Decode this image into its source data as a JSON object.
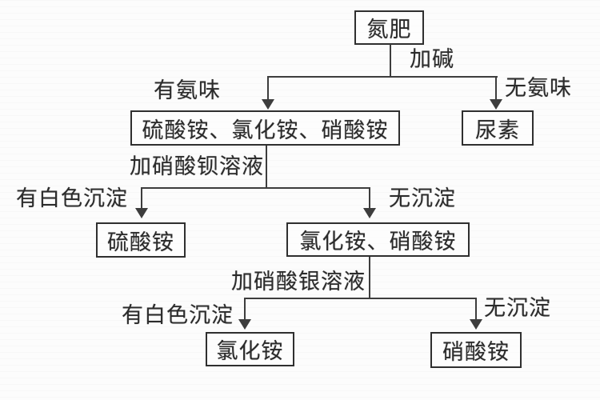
{
  "nodes": {
    "root": "氮肥",
    "ammonium_group": "硫酸铵、氯化铵、硝酸铵",
    "urea": "尿素",
    "ammonium_sulfate": "硫酸铵",
    "chloride_nitrate_group": "氯化铵、硝酸铵",
    "ammonium_chloride": "氯化铵",
    "ammonium_nitrate": "硝酸铵"
  },
  "edge_labels": {
    "add_alkali": "加碱",
    "has_ammonia_smell": "有氨味",
    "no_ammonia_smell": "无氨味",
    "add_barium_nitrate_solution": "加硝酸钡溶液",
    "white_precipitate_1": "有白色沉淀",
    "no_precipitate_1": "无沉淀",
    "add_silver_nitrate_solution": "加硝酸银溶液",
    "white_precipitate_2": "有白色沉淀",
    "no_precipitate_2": "无沉淀"
  },
  "colors": {
    "line": "#3d3d3d",
    "box_border": "#2f2f2f",
    "text": "#2b2b2b",
    "background": "#fcfcfc"
  }
}
